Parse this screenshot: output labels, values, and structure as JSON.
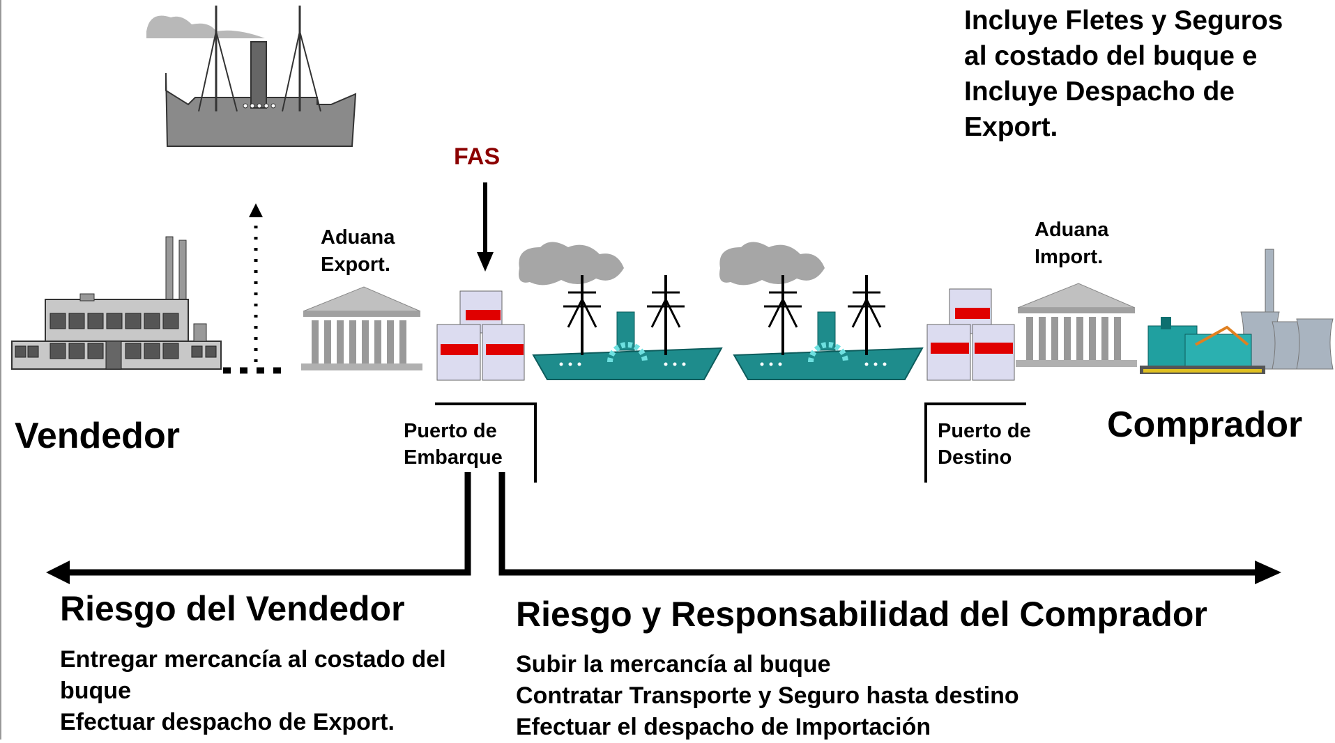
{
  "note": {
    "lines": [
      "Incluye Fletes y  Seguros",
      "al costado del buque e",
      "Incluye Despacho de",
      "Export."
    ]
  },
  "fas_label": "FAS",
  "aduana_export": [
    "Aduana",
    "Export."
  ],
  "aduana_import": [
    "Aduana",
    "Import."
  ],
  "vendedor": "Vendedor",
  "comprador": "Comprador",
  "puerto_embarque": [
    "Puerto de",
    "Embarque"
  ],
  "puerto_destino": [
    "Puerto de",
    "Destino"
  ],
  "riesgo_vendedor": {
    "title": "Riesgo del Vendedor",
    "items": [
      "Entregar mercancía al costado del",
      "buque",
      "Efectuar despacho de Export."
    ]
  },
  "riesgo_comprador": {
    "title": "Riesgo y Responsabilidad del Comprador",
    "items": [
      "Subir la mercancía al buque",
      "Contratar Transporte y Seguro hasta destino",
      "Efectuar el despacho de Importación"
    ]
  },
  "colors": {
    "fas": "#8b0000",
    "ship_teal": "#1e8c8c",
    "container_red": "#e00000",
    "smoke": "#a6a6a6",
    "building": "#c0c0c0"
  }
}
